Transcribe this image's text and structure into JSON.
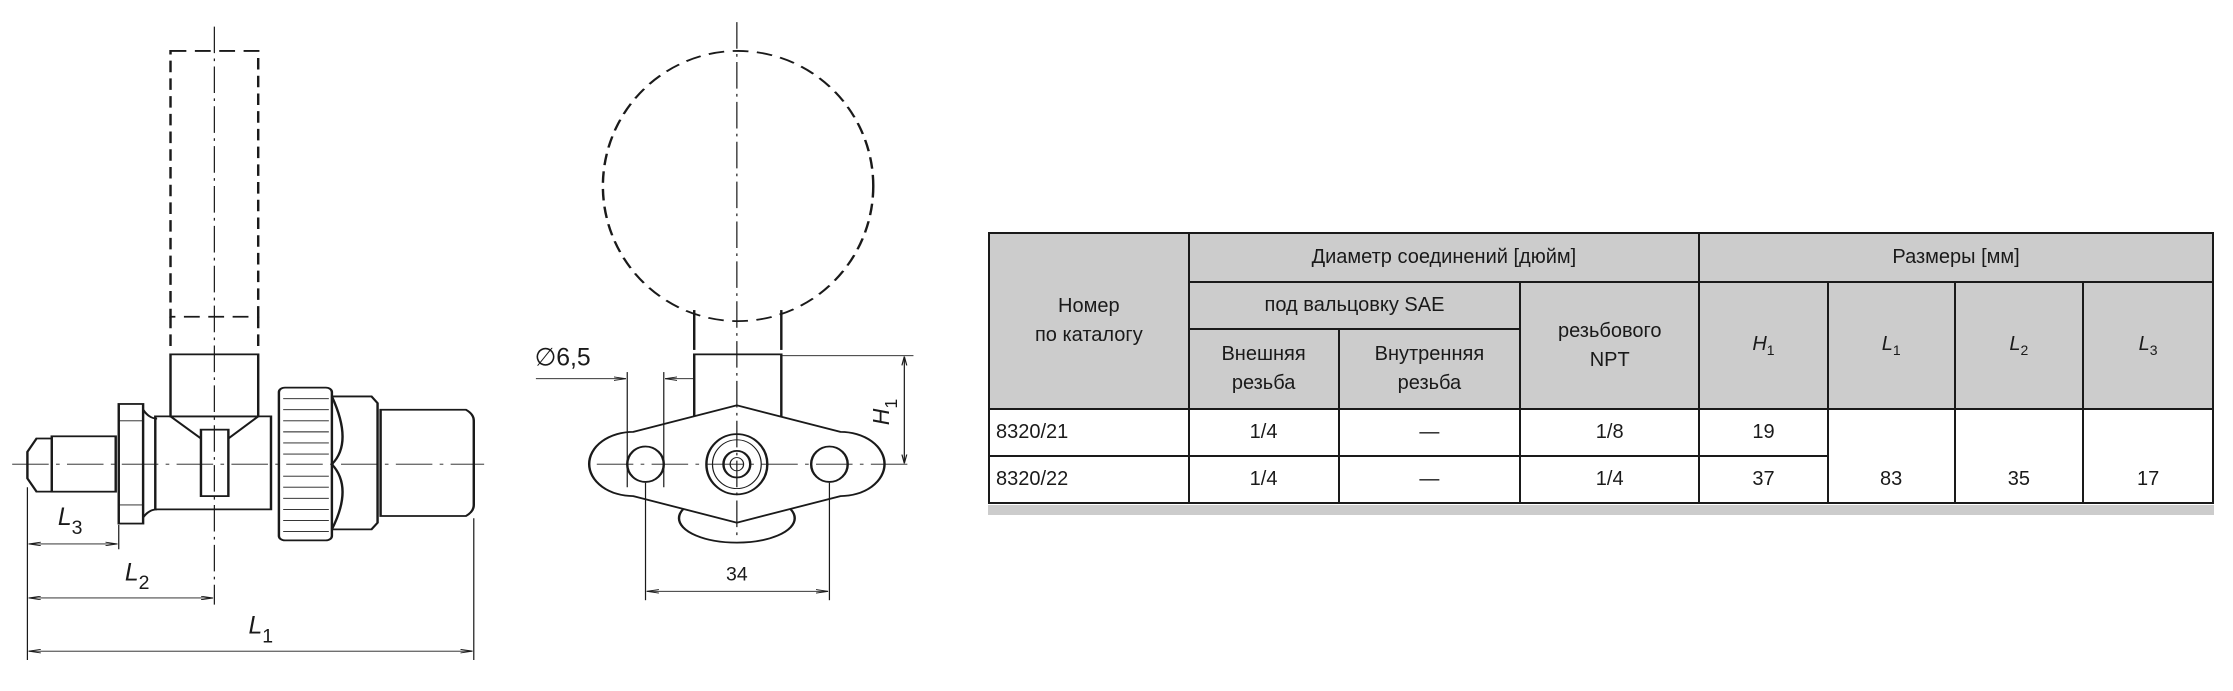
{
  "drawing": {
    "side_view": {
      "dim_L1": "L",
      "dim_L1_sub": "1",
      "dim_L2": "L",
      "dim_L2_sub": "2",
      "dim_L3": "L",
      "dim_L3_sub": "3"
    },
    "front_view": {
      "hole_diameter": "∅6,5",
      "dim_H1": "H",
      "dim_H1_sub": "1",
      "hole_spacing": "34"
    }
  },
  "table": {
    "header": {
      "catalog_number": [
        "Номер",
        "по каталогу"
      ],
      "connection_diameter": "Диаметр соединений [дюйм]",
      "dimensions": "Размеры [мм]",
      "sae_flare": "под вальцовку SAE",
      "external_thread": [
        "Внешняя",
        "резьба"
      ],
      "internal_thread": [
        "Внутренняя",
        "резьба"
      ],
      "npt_thread": [
        "резьбового",
        "NPT"
      ],
      "H1": {
        "letter": "H",
        "sub": "1"
      },
      "L1": {
        "letter": "L",
        "sub": "1"
      },
      "L2": {
        "letter": "L",
        "sub": "2"
      },
      "L3": {
        "letter": "L",
        "sub": "3"
      }
    },
    "rows": [
      {
        "catalog": "8320/21",
        "external": "1/4",
        "internal": "—",
        "npt": "1/8",
        "H1": "19"
      },
      {
        "catalog": "8320/22",
        "external": "1/4",
        "internal": "—",
        "npt": "1/4",
        "H1": "37"
      }
    ],
    "shared": {
      "L1": "83",
      "L2": "35",
      "L3": "17"
    }
  }
}
